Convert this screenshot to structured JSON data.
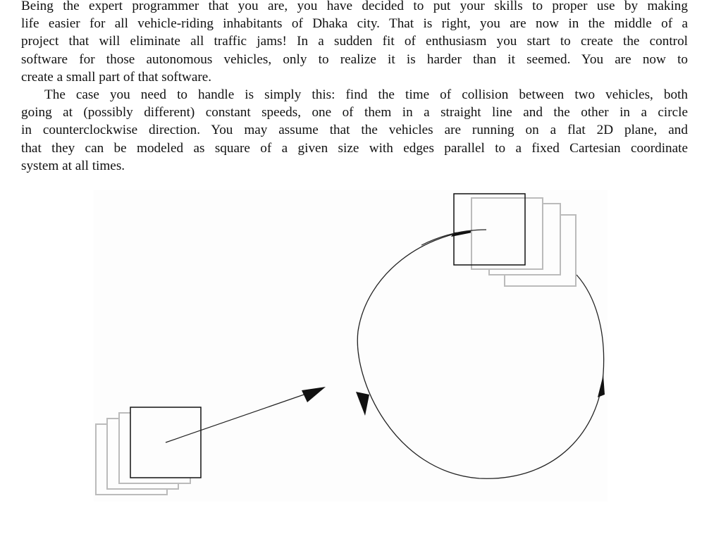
{
  "paragraphs": [
    {
      "lines": [
        "Being the expert programmer that you are, you have decided to put your skills to proper use by making",
        "life easier for all vehicle-riding inhabitants of Dhaka city. That is right, you are now in the middle of a",
        "project that will eliminate all traffic jams! In a sudden fit of enthusiasm you start to create the control",
        "software for those autonomous vehicles, only to realize it is harder than it seemed. You are now to",
        "create a small part of that software."
      ]
    },
    {
      "lines": [
        "The case you need to handle is simply this: find the time of collision between two vehicles, both",
        "going at (possibly different) constant speeds, one of them in a straight line and the other in a circle",
        "in counterclockwise direction. You may assume that the vehicles are running on a flat 2D plane, and",
        "that they can be modeled as square of a given size with edges parallel to a fixed Cartesian coordinate",
        "system at all times."
      ]
    }
  ]
}
